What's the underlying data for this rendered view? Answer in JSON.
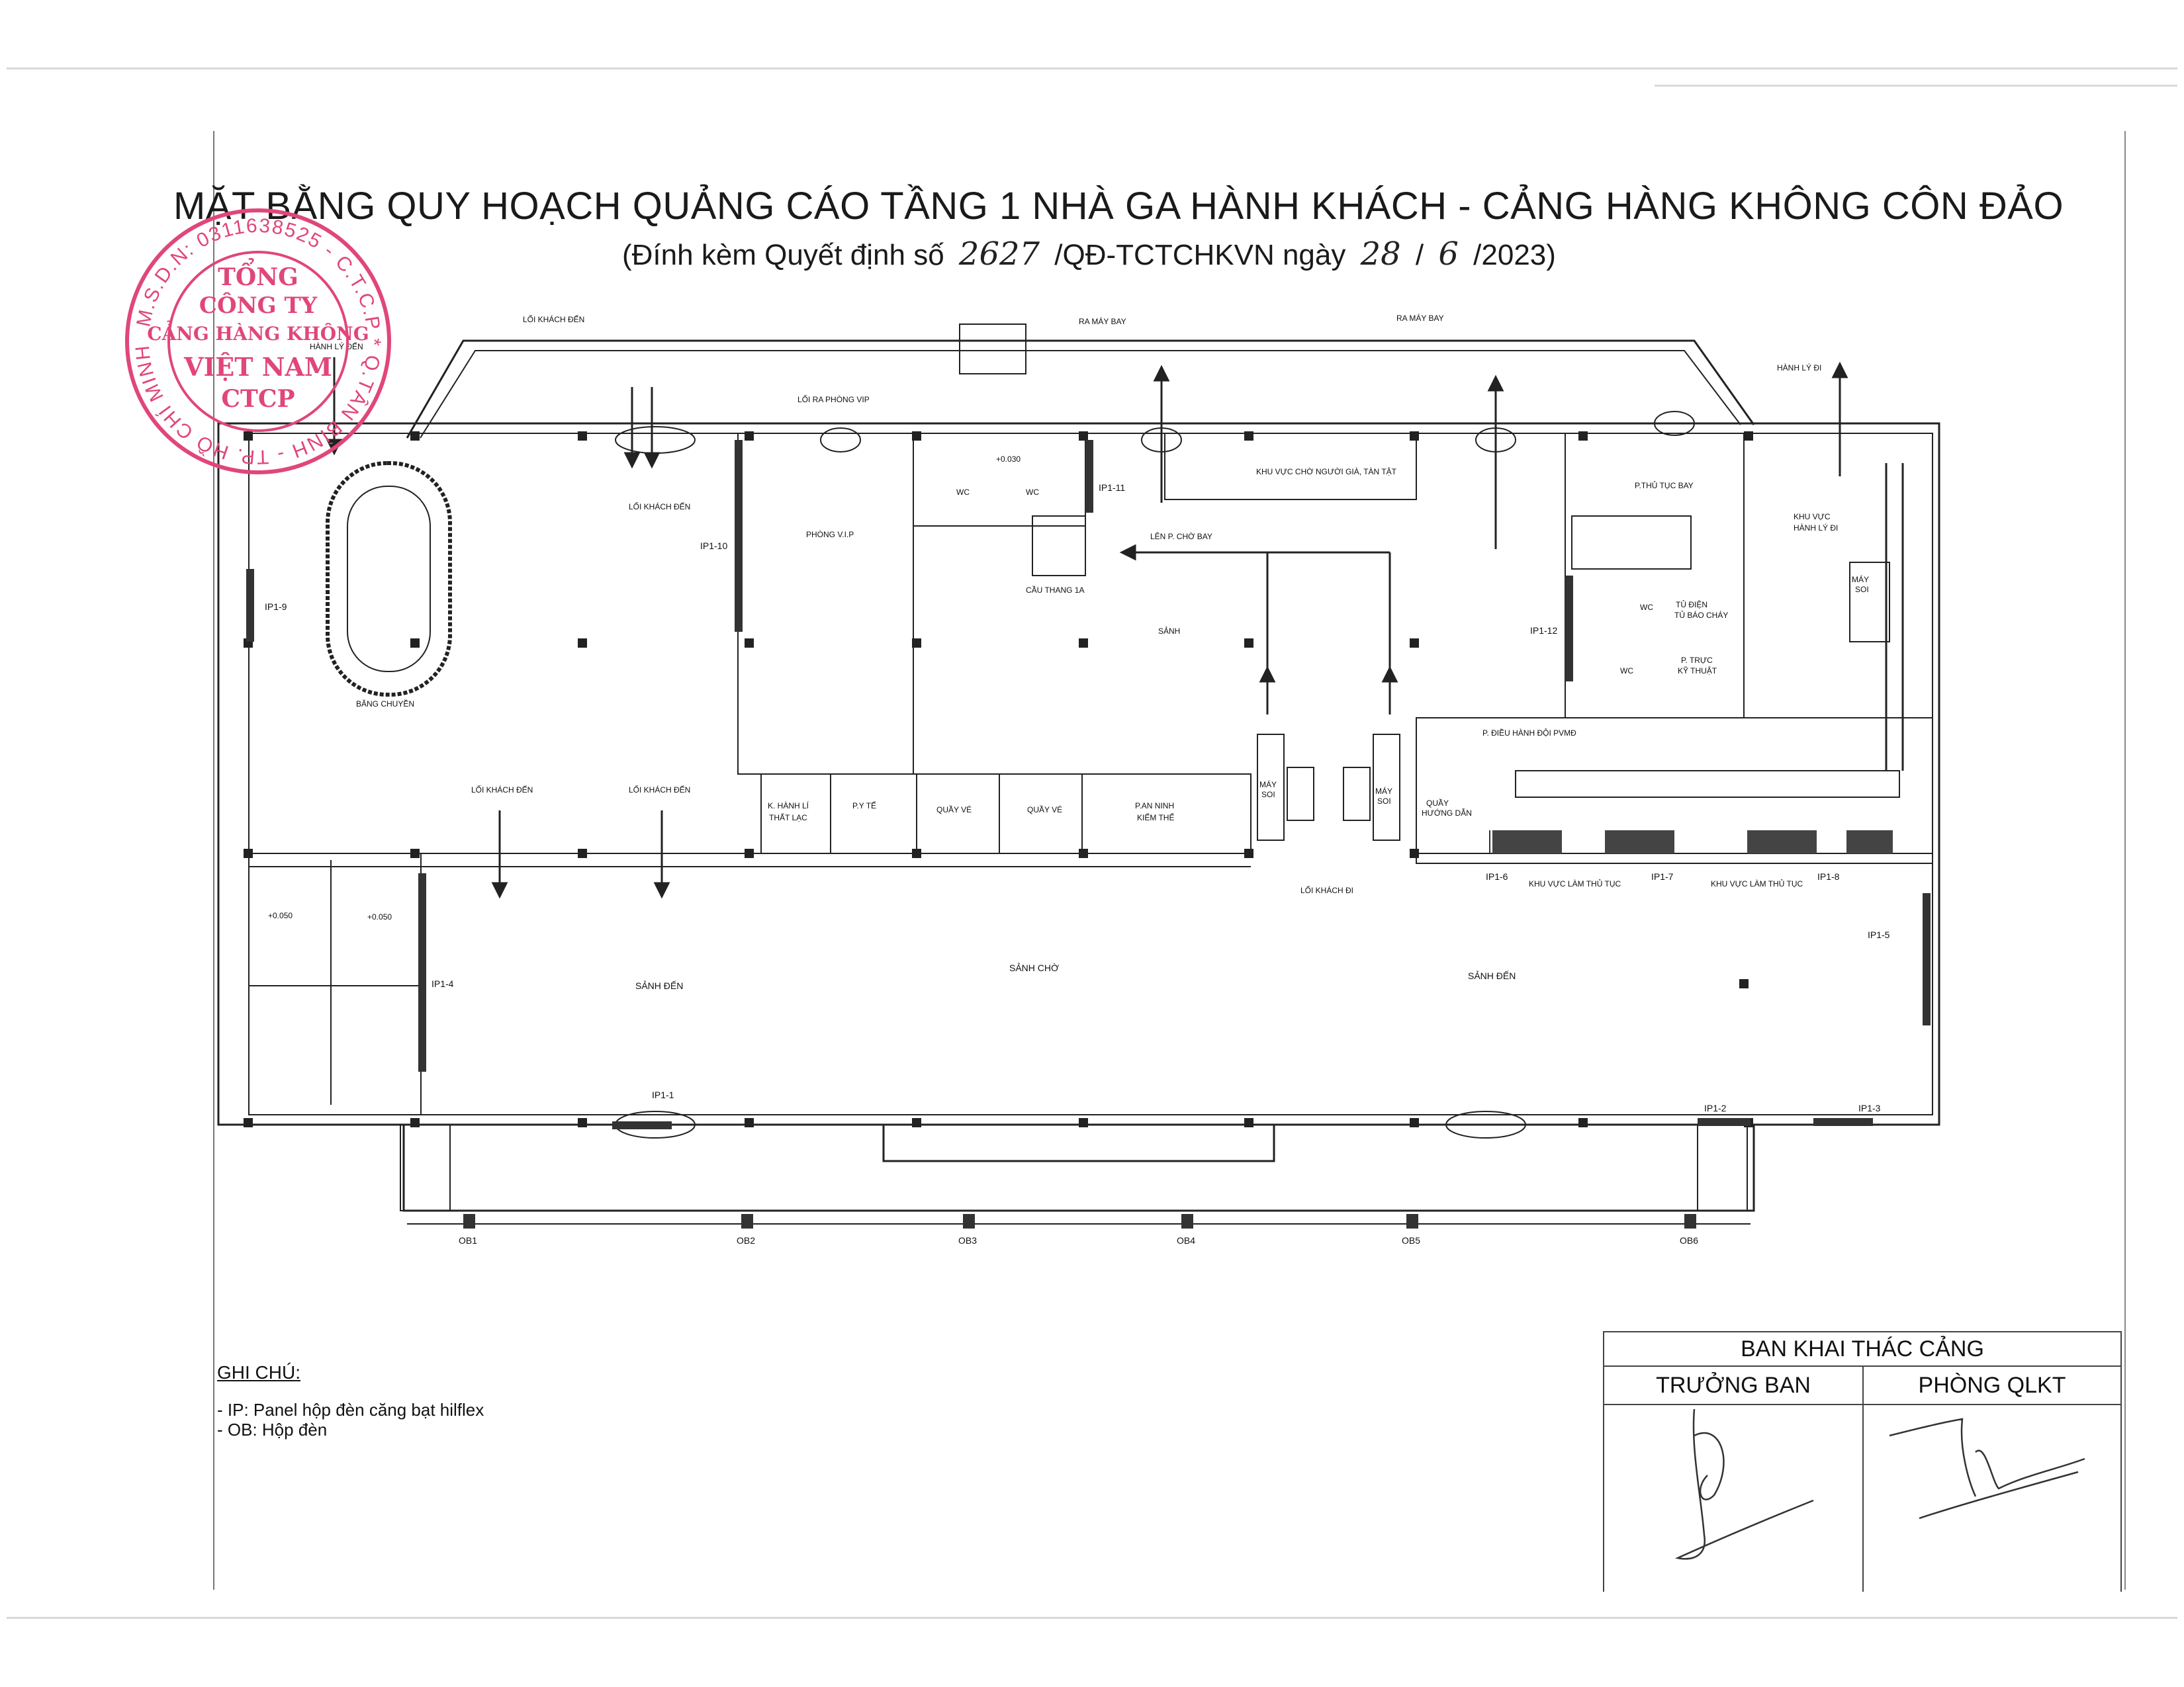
{
  "document": {
    "title": "MẶT BẰNG QUY HOẠCH QUẢNG CÁO TẦNG 1 NHÀ GA HÀNH KHÁCH - CẢNG HÀNG KHÔNG CÔN ĐẢO",
    "subtitle_prefix": "(Đính kèm Quyết định số",
    "decision_number": "2627",
    "subtitle_middle": "/QĐ-TCTCHKVN ngày",
    "day": "28",
    "date_sep1": "/",
    "month": "6",
    "date_tail": "/2023)"
  },
  "plan": {
    "top_labels": {
      "arrivals_exit": "LỐI KHÁCH ĐẾN",
      "to_aircraft_1": "RA MÁY BAY",
      "to_aircraft_2": "RA MÁY BAY",
      "departure_baggage": "HÀNH LÝ ĐI",
      "arrival_baggage": "HÀNH LÝ ĐẾN"
    },
    "rooms": {
      "vip_exit": "LỐI RA PHÒNG VIP",
      "vip_room": "PHÒNG V.I.P",
      "wc_1": "WC",
      "wc_2": "WC",
      "elev_1": "+0.030",
      "stair_1a": "CẦU THANG 1A",
      "to_waiting": "LÊN P. CHỜ BAY",
      "priority_waiting": "KHU VỰC CHỜ NGƯỜI GIÀ, TÀN TẬT",
      "hall": "SẢNH",
      "arrivals_exit_mid": "LỐI KHÁCH ĐẾN",
      "baggage_belt": "BĂNG CHUYỀN",
      "lost_found": [
        "K. HÀNH LÍ",
        "THẤT LẠC"
      ],
      "medical": "P.Y TẾ",
      "ticket_1": "QUẦY VÉ",
      "ticket_2": "QUẦY VÉ",
      "security": [
        "P.AN NINH",
        "KIỂM THỂ"
      ],
      "departures_exit": "LỐI KHÁCH ĐI",
      "check_in_1": "KHU VỰC LÀM THỦ TỤC",
      "check_in_2": "KHU VỰC LÀM THỦ TỤC",
      "ops_room": "P. ĐIỀU HÀNH ĐỘI PVMĐ",
      "guide_desk": [
        "QUẦY",
        "HƯỚNG DẪN"
      ],
      "flight_procedures": "P.THỦ TỤC BAY",
      "elec_panel": [
        "TỦ ĐIỆN",
        "TỦ BÁO CHÁY"
      ],
      "tech_duty": [
        "P. TRỰC",
        "KỸ THUẬT"
      ],
      "wc_3": "WC",
      "wc_4": "WC",
      "dep_baggage_area": [
        "KHU VỰC",
        "HÀNH LÝ ĐI"
      ],
      "xray_1": [
        "MÁY",
        "SOI"
      ],
      "xray_2": [
        "MÁY",
        "SOI"
      ],
      "xray_3": [
        "MÁY",
        "SOI"
      ],
      "arrivals_hall_left": "SẢNH ĐẾN",
      "waiting_hall": "SẢNH CHỜ",
      "arrivals_hall_right": "SẢNH ĐẾN",
      "elev_2": "+0.050",
      "elev_3": "+0.050",
      "arrivals_exit_left": "LỐI KHÁCH ĐẾN",
      "arrivals_exit_left2": "LỐI KHÁCH ĐẾN"
    },
    "panels": {
      "ip1_1": "IP1-1",
      "ip1_2": "IP1-2",
      "ip1_3": "IP1-3",
      "ip1_4": "IP1-4",
      "ip1_5": "IP1-5",
      "ip1_6": "IP1-6",
      "ip1_7": "IP1-7",
      "ip1_8": "IP1-8",
      "ip1_9": "IP1-9",
      "ip1_10": "IP1-10",
      "ip1_11": "IP1-11",
      "ip1_12": "IP1-12"
    },
    "light_boxes": [
      "OB1",
      "OB2",
      "OB3",
      "OB4",
      "OB5",
      "OB6"
    ]
  },
  "notes": {
    "heading": "GHI CHÚ:",
    "items": [
      "- IP: Panel hộp đèn căng bạt hilflex",
      "- OB: Hộp đèn"
    ]
  },
  "signature": {
    "block_title": "BAN KHAI THÁC CẢNG",
    "left_header": "TRƯỞNG BAN",
    "right_header": "PHÒNG QLKT"
  },
  "stamp": {
    "ring_text": "M.S.D.N: 0311638525 - C.T.C.P * Q.TÂN BÌNH - TP. HỒ CHÍ MINH *",
    "line1": "TỔNG",
    "line2": "CÔNG TY",
    "line3": "CẢNG HÀNG KHÔNG",
    "line4": "VIỆT NAM",
    "line5": "CTCP"
  },
  "colors": {
    "line": "#222222",
    "stamp": "#e0467c",
    "panel_fill": "#333333"
  }
}
